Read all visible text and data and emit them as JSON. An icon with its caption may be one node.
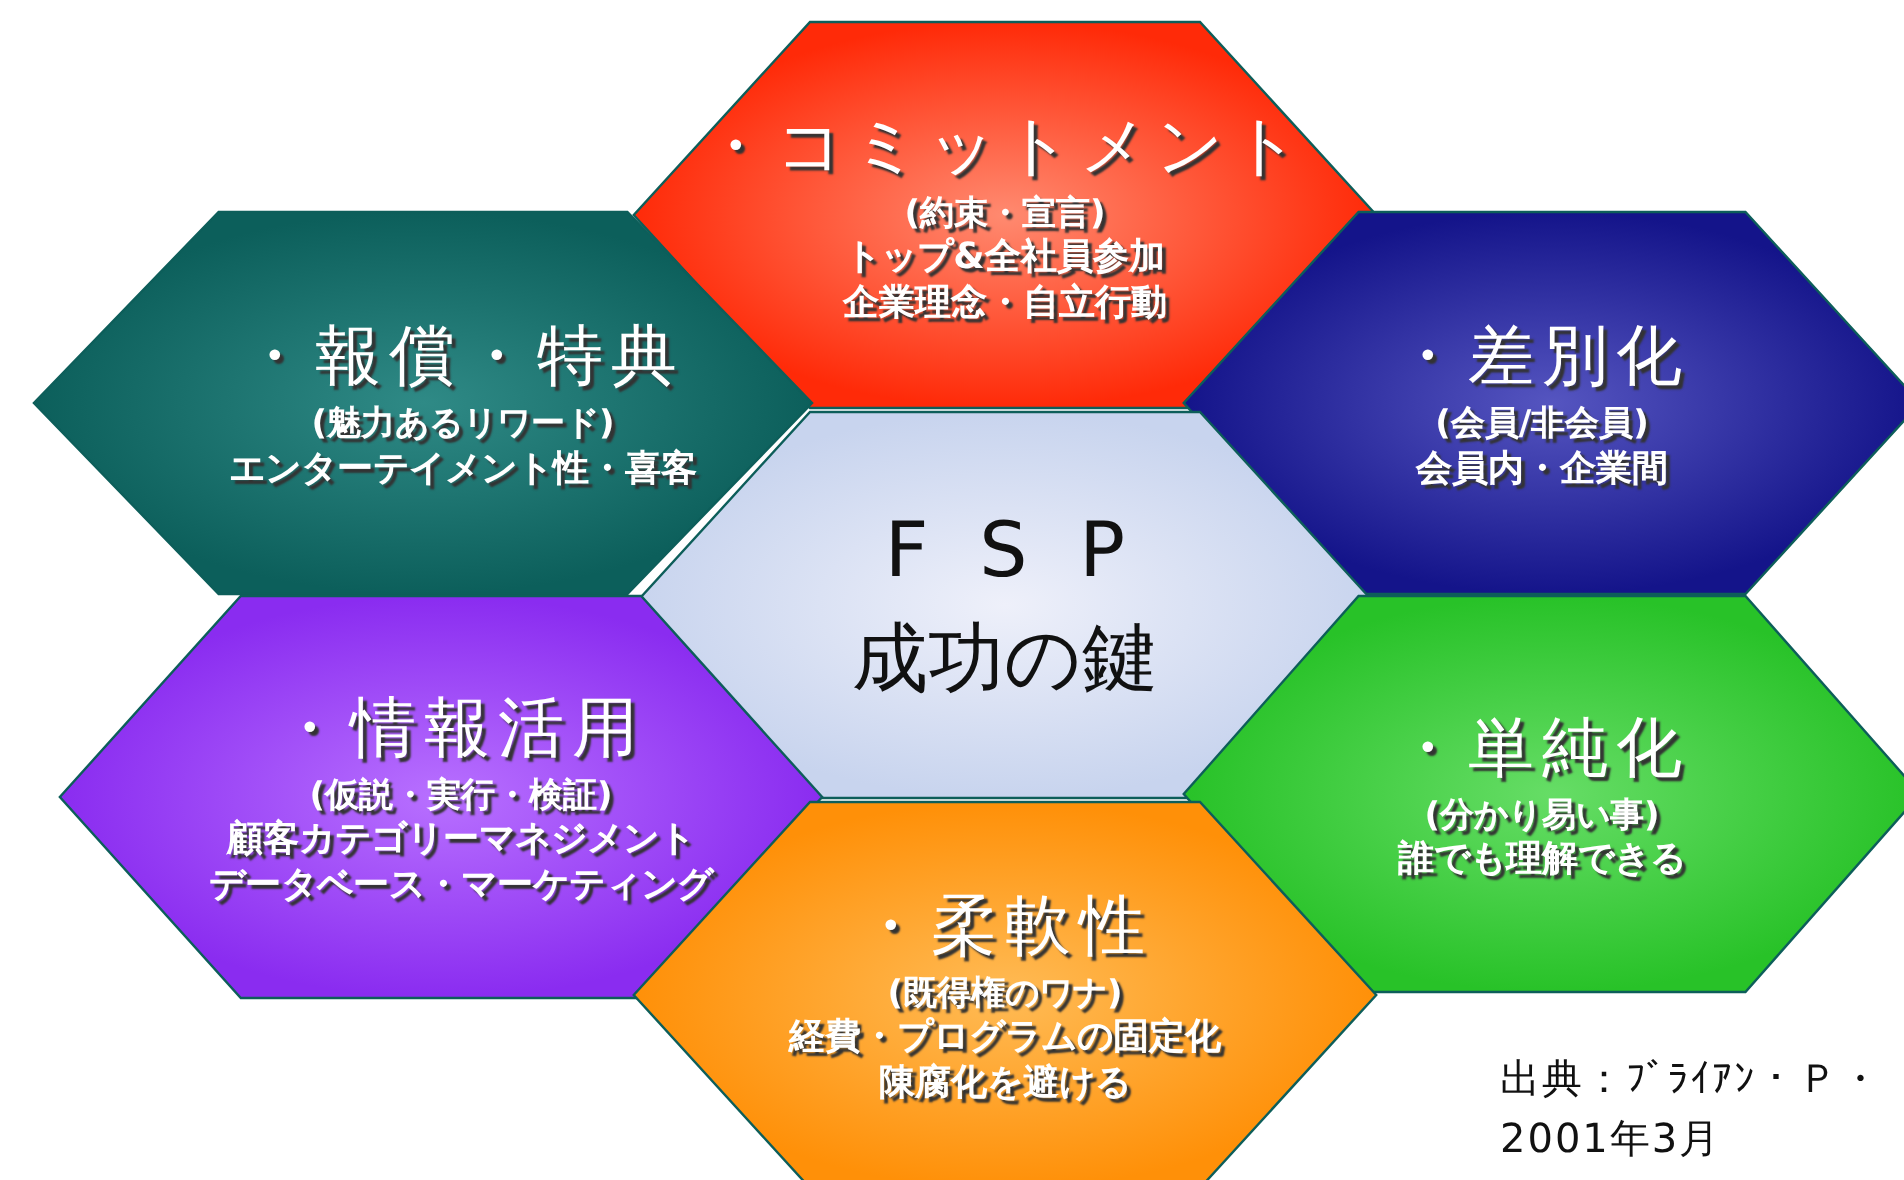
{
  "diagram": {
    "nodes": [
      {
        "text": [
          "・コミットメント",
          "(約束・宣言)",
          "トップ&全社員参加",
          "企業理念・自立行動"
        ]
      },
      {
        "text": [
          "・報償・特典",
          "(魅力あるリワード)",
          "エンターテイメント性・喜客"
        ]
      },
      {
        "text": [
          "・差別化",
          "(会員/非会員)",
          "会員内・企業間"
        ]
      },
      {
        "text": [
          "FSP",
          "成功の鍵"
        ]
      },
      {
        "text": [
          "・情報活用",
          "(仮説・実行・検証)",
          "顧客カテゴリーマネジメント",
          "データベース・マーケティング"
        ]
      },
      {
        "text": [
          "・単純化",
          "(分かり易い事)",
          "誰でも理解できる"
        ]
      },
      {
        "text": [
          "・柔軟性",
          "(既得権のワナ)",
          "経費・プログラムの固定化",
          "陳腐化を避ける"
        ]
      }
    ],
    "labels": [
      "出典：ﾌﾞﾗｲｱﾝ・Ｐ・",
      "2001年3月"
    ]
  }
}
